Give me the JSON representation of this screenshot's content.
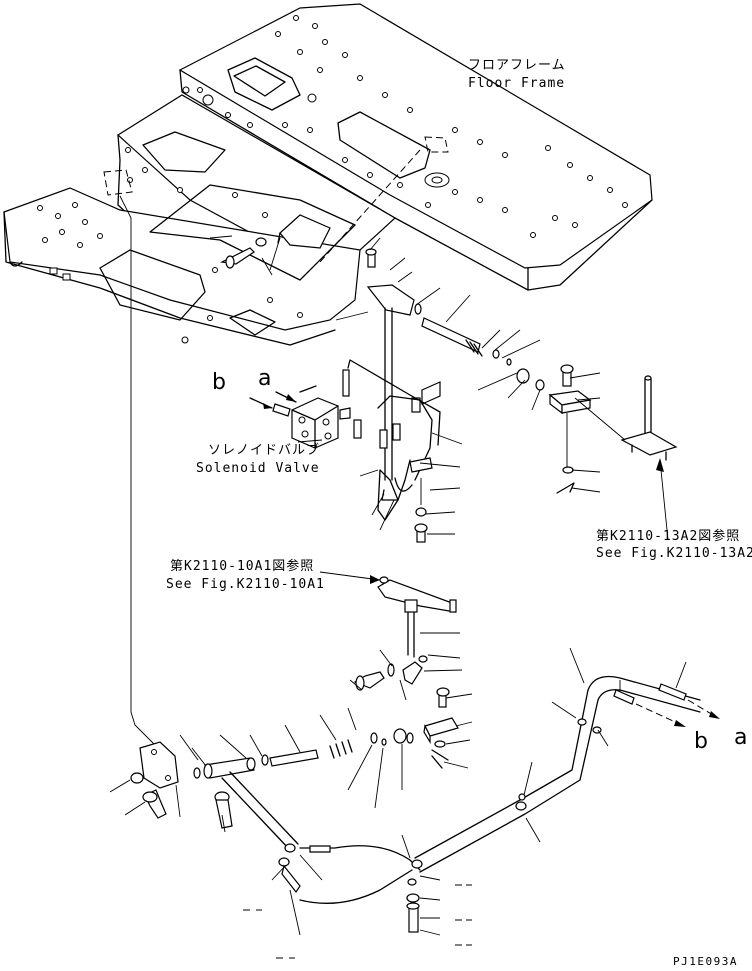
{
  "labels": {
    "floor_frame_jp": "フロアフレーム",
    "floor_frame_en": "Floor Frame",
    "solenoid_jp": "ソレノイドバルブ",
    "solenoid_en": "Solenoid Valve",
    "ref_a_jp": "第K2110-10A1図参照",
    "ref_a_en": "See Fig.K2110-10A1",
    "ref_b_jp": "第K2110-13A2図参照",
    "ref_b_en": "See Fig.K2110-13A2",
    "conn_a_top": "a",
    "conn_b_top": "b",
    "conn_a_bottom": "a",
    "conn_b_bottom": "b",
    "drawing_code": "PJ1E093A"
  }
}
